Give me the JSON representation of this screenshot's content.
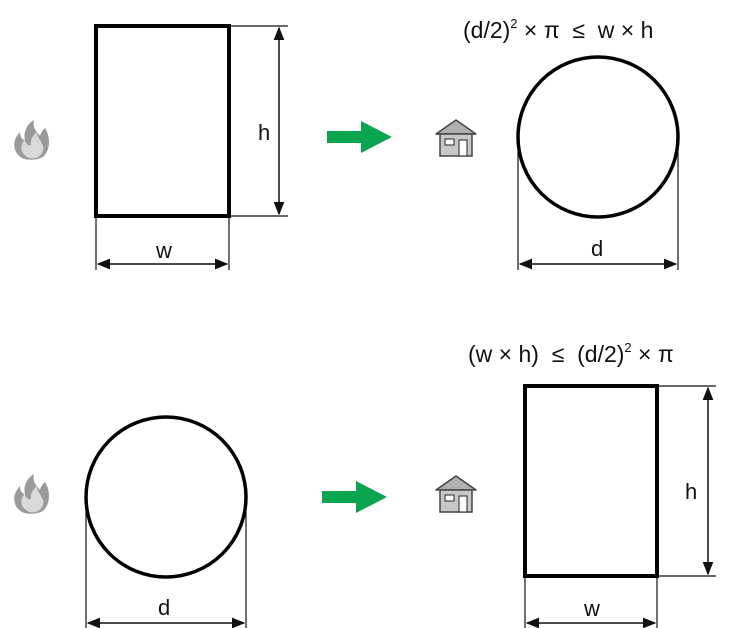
{
  "diagram": {
    "top_row": {
      "formula": {
        "lhs": "(d/2)",
        "exp": "2",
        "rhs": " × π  ≤  w × h"
      },
      "source_rect": {
        "w_label": "w",
        "h_label": "h"
      },
      "target_circle": {
        "d_label": "d"
      }
    },
    "bottom_row": {
      "formula": {
        "lhs": "(w × h)  ≤  (d/2)",
        "exp": "2",
        "rhs": " × π"
      },
      "source_circle": {
        "d_label": "d"
      },
      "target_rect": {
        "w_label": "w",
        "h_label": "h"
      }
    },
    "icons": {
      "source": "fire-icon",
      "target": "house-icon",
      "arrow": "green-right-arrow",
      "arrow_color": "#0aa551"
    }
  }
}
